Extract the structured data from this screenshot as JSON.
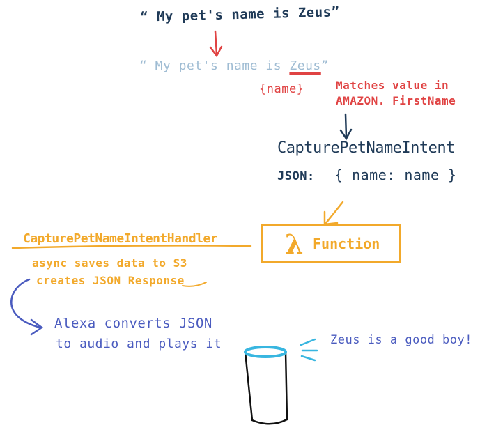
{
  "utterance": {
    "text": "“ My pet's name is Zeus”",
    "prefix": "“ My pet's name is ",
    "slot_value": "Zeus",
    "suffix": "”"
  },
  "slot": {
    "label": "{name}",
    "matches_line1": "Matches value in",
    "matches_line2": "AMAZON. FirstName"
  },
  "intent": {
    "name": "CapturePetNameIntent",
    "json_label": "JSON:",
    "json_body": "{ name: name }"
  },
  "handler": {
    "name": "CapturePetNameIntentHandler",
    "line1": "async saves data to S3",
    "line2": "creates JSON Response"
  },
  "lambda": {
    "symbol": "λ",
    "label": "Function"
  },
  "alexa": {
    "line1": "Alexa converts JSON",
    "line2": "to audio and plays it"
  },
  "speech": "Zeus is a good boy!",
  "colors": {
    "navy": "#1f3a57",
    "light_blue": "#9fbcd3",
    "red": "#e04343",
    "orange": "#f2a92b",
    "blue": "#4a5bbf",
    "echo_ring": "#38b6e0"
  }
}
